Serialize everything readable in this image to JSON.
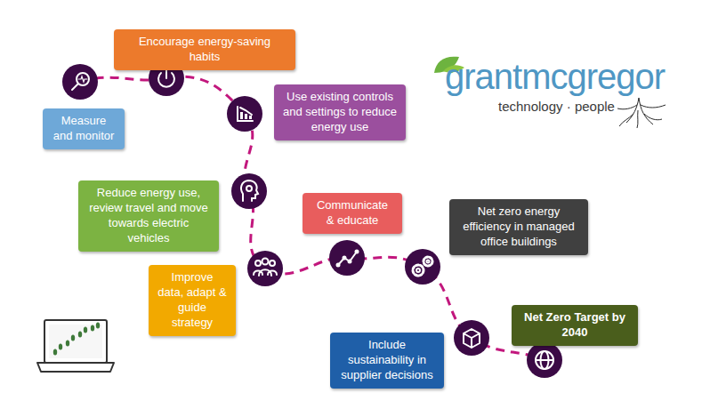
{
  "diagram": {
    "nodes": [
      {
        "text": [
          "Encourage energy-saving habits"
        ]
      },
      {
        "text": [
          "Measure and monitor"
        ]
      },
      {
        "text": [
          "Use existing controls and settings to reduce energy use"
        ]
      },
      {
        "text": [
          "Reduce energy use, review travel and move towards electric vehicles"
        ]
      },
      {
        "text": [
          "Communicate & educate"
        ]
      },
      {
        "text": [
          "Net zero energy efficiency in managed office buildings"
        ]
      },
      {
        "text": [
          "Improve data, adapt & guide strategy"
        ]
      },
      {
        "text": [
          "Net Zero Target by 2040"
        ]
      },
      {
        "text": [
          "Include sustainability in supplier decisions"
        ]
      }
    ],
    "labels": [
      "grantmcgregor",
      "technology · people"
    ]
  }
}
